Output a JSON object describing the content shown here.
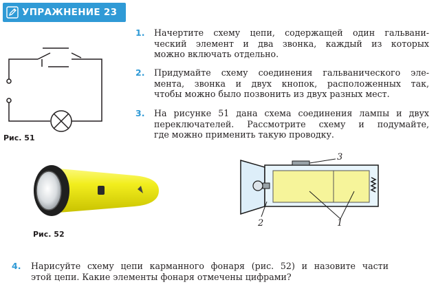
{
  "header": {
    "title": "УПРАЖНЕНИЕ 23",
    "icon": "pencil-icon",
    "color": "#2f9ad6"
  },
  "tasks": [
    {
      "num": "1.",
      "lines": [
        "Начертите схему цепи, содержащей один гальвани-",
        "ческий элемент и два звонка, каждый из которых",
        "можно включать отдельно."
      ]
    },
    {
      "num": "2.",
      "lines": [
        "Придумайте схему соединения гальванического эле-",
        "мента, звонка и двух кнопок, расположенных так,",
        "чтобы можно было позвонить из двух разных мест."
      ]
    },
    {
      "num": "3.",
      "lines": [
        "На рисунке 51 дана схема соединения лампы и двух",
        "переключателей. Рассмотрите схему и подумайте,",
        "где можно применить такую проводку."
      ]
    },
    {
      "num": "4.",
      "lines": [
        "Нарисуйте схему цепи карманного фонаря (рис. 52) и назовите части",
        "этой цепи. Какие элементы фонаря отмечены цифрами?"
      ]
    }
  ],
  "figures": {
    "fig51_caption": "Рис. 51",
    "fig52_caption": "Рис. 52",
    "diagram_labels": {
      "label1": "1",
      "label2": "2",
      "label3": "3"
    }
  },
  "colors": {
    "accent": "#2f9ad6",
    "flashlight_body": "#f2ee1e",
    "battery": "#f6f49a"
  }
}
